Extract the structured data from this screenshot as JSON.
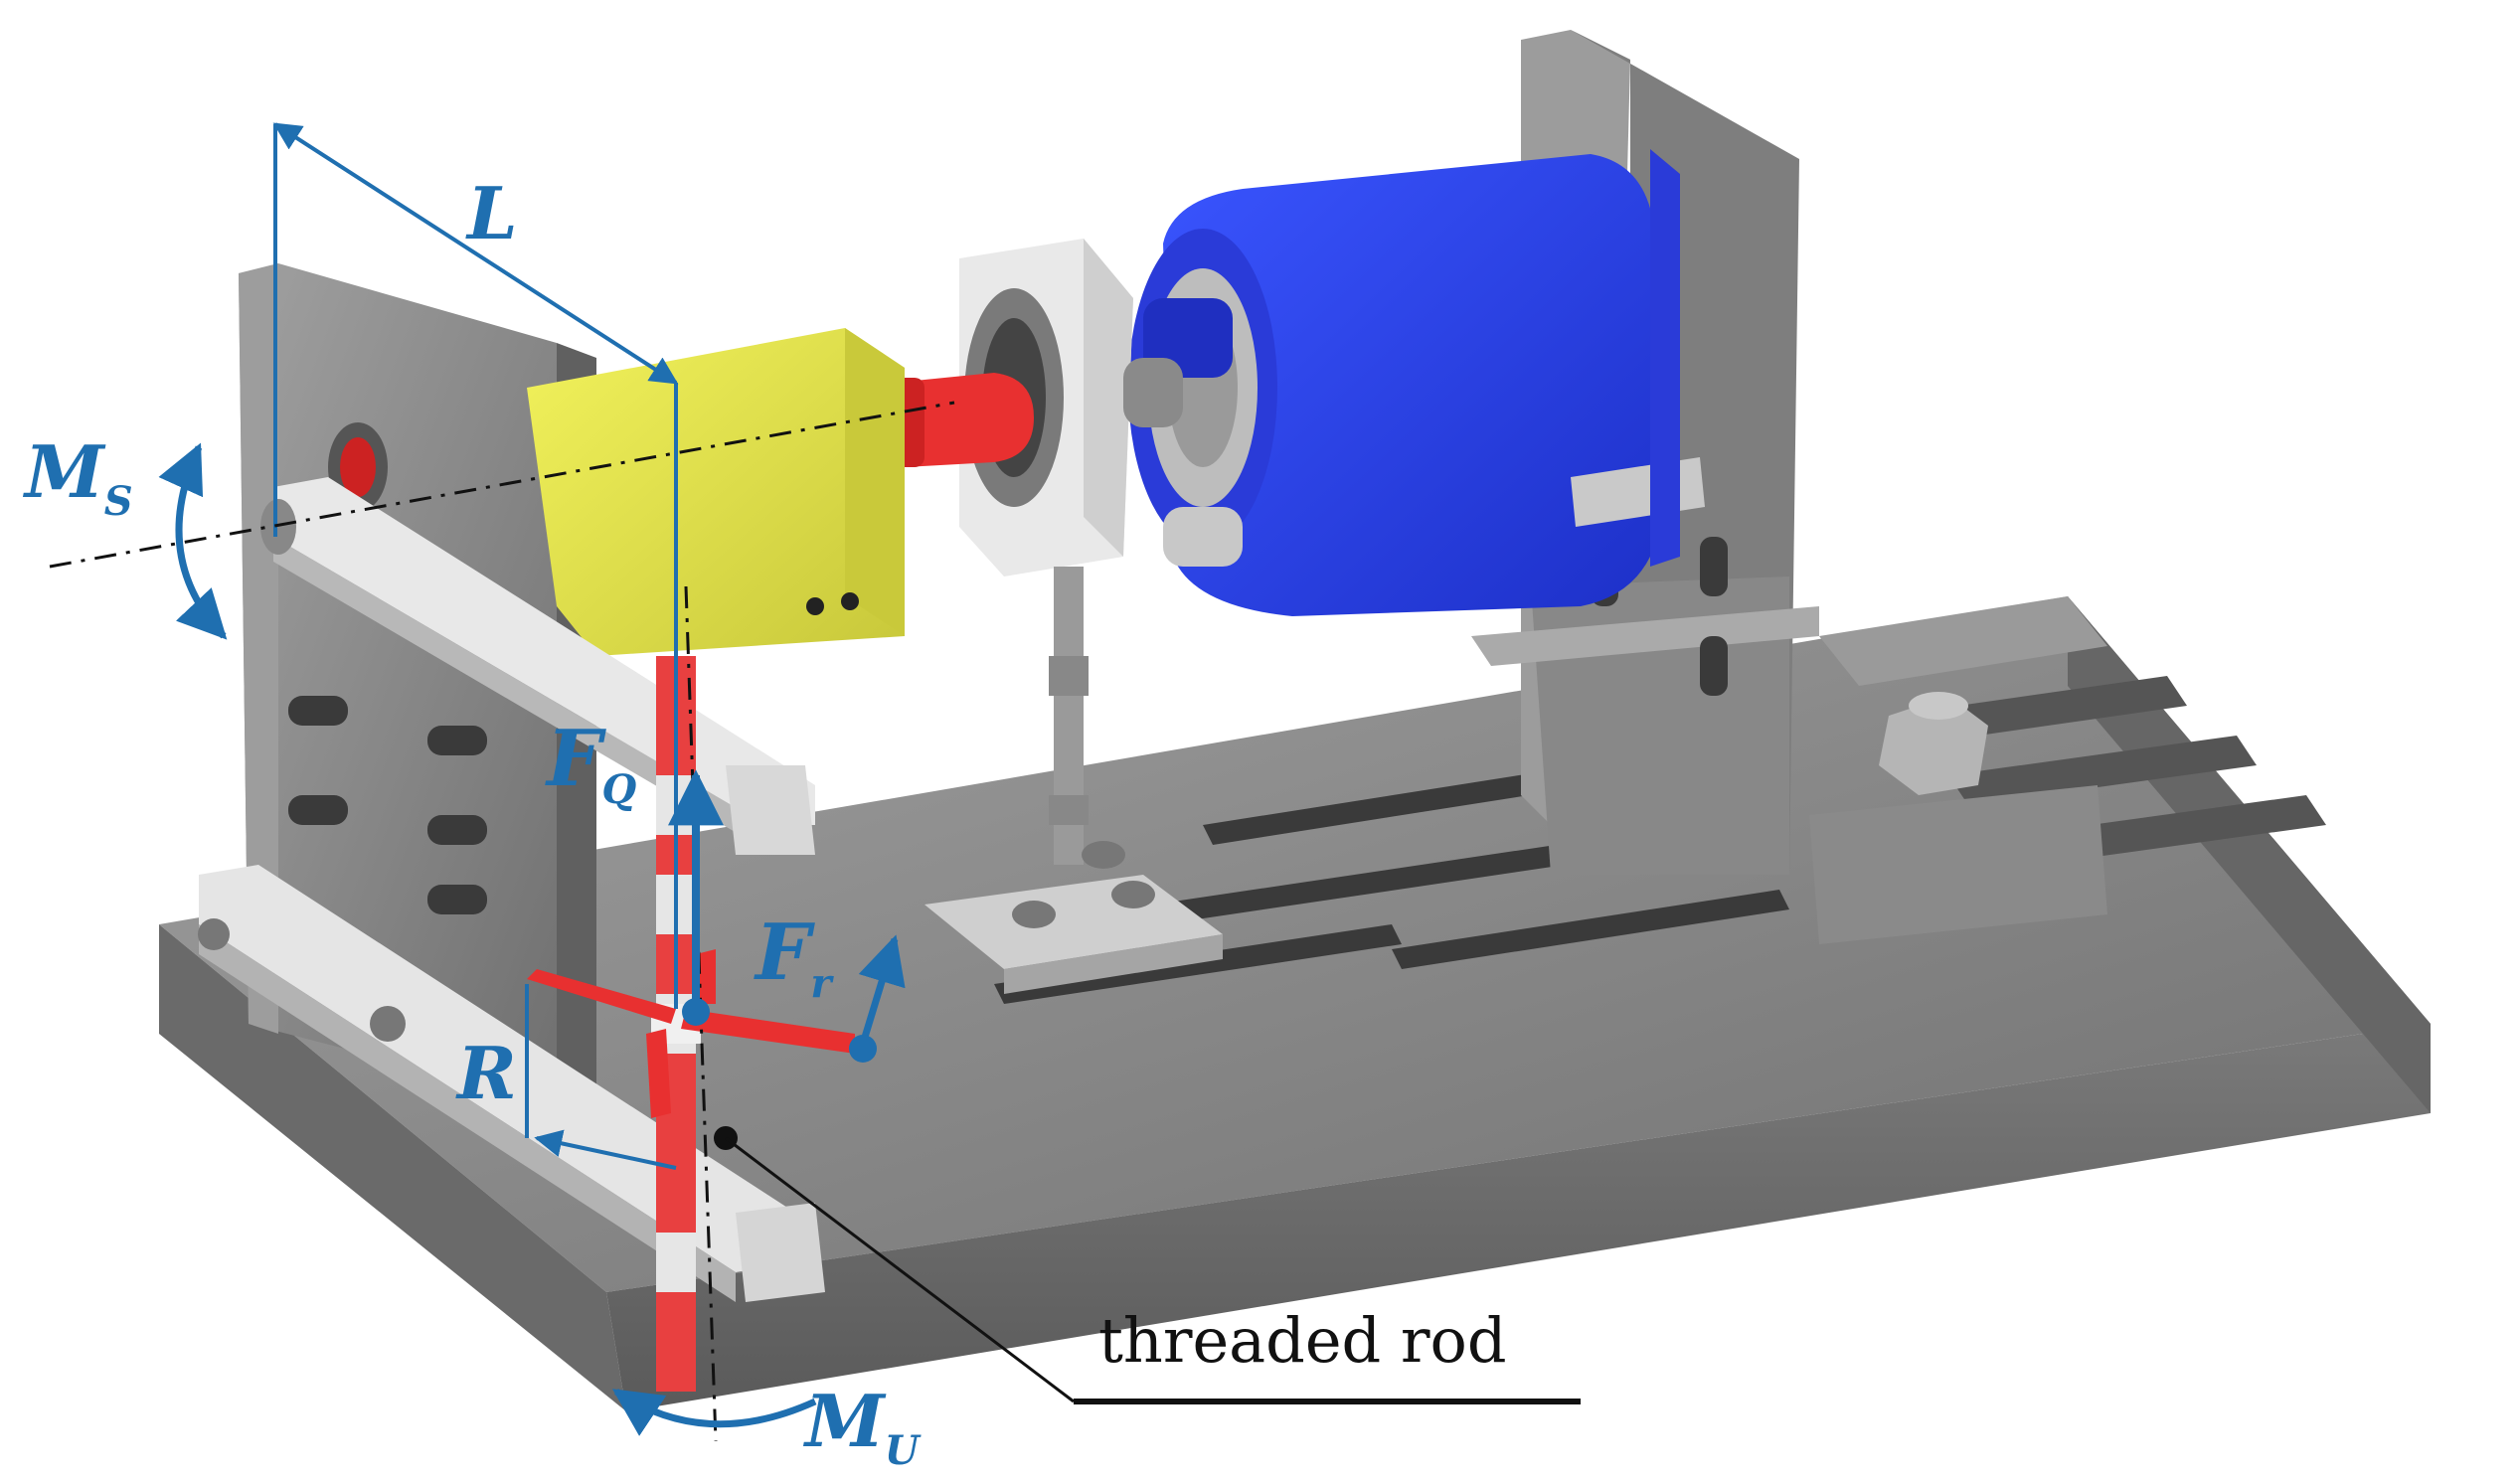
{
  "colors": {
    "annotation": "#1f6fb0",
    "steel": "#8a8a8a",
    "bracket_yellow": "#e8e84a",
    "motor_blue": "#2c44ee",
    "shaft_red": "#e83030",
    "white_part": "#e6e6e6",
    "callout_text": "#111111"
  },
  "labels": {
    "L": "L",
    "Ms_main": "M",
    "Ms_sub": "S",
    "Fq_main": "F",
    "Fq_sub": "Q",
    "Fr_main": "F",
    "Fr_sub": "r",
    "R": "R",
    "Mu_main": "M",
    "Mu_sub": "U"
  },
  "callout": {
    "text": "threaded rod"
  }
}
